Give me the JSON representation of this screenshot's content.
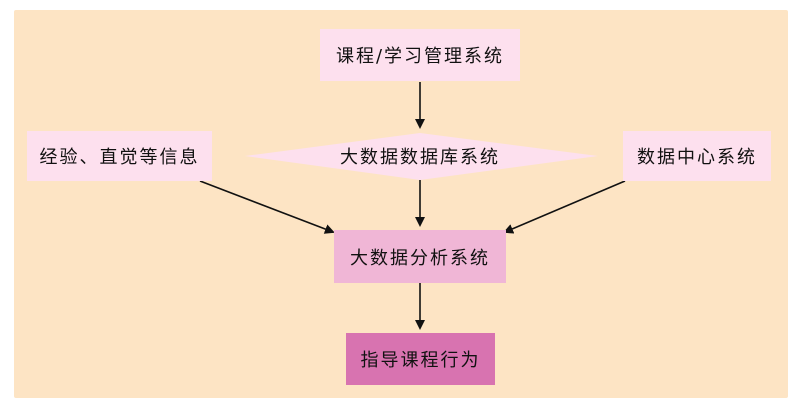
{
  "colors": {
    "panel_background": "#fde4c4",
    "light_node": "#fde0ee",
    "medium_node": "#f0b6d6",
    "dark_node": "#d873b0",
    "arrow": "#111111"
  },
  "nodes": {
    "course_system": "课程/学习管理系统",
    "experience_info": "经验、直觉等信息",
    "big_data_db": "大数据数据库系统",
    "data_center": "数据中心系统",
    "analysis_system": "大数据分析系统",
    "guide_behavior": "指导课程行为"
  }
}
